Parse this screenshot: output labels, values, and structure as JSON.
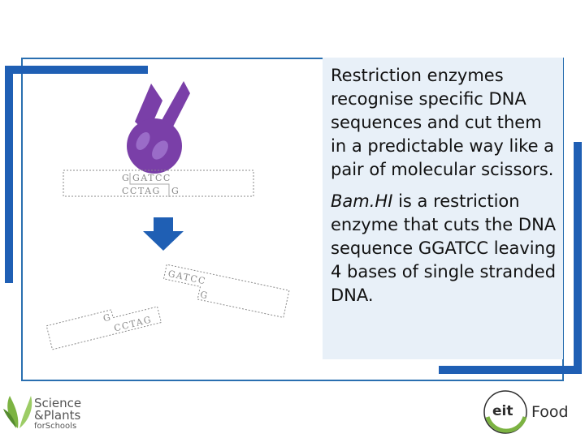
{
  "panel": {
    "paragraph1": "Restriction enzymes recognise specific DNA sequences and cut them in a predictable way like a pair of molecular scissors.",
    "paragraph2_enzyme": "Bam.HI",
    "paragraph2_rest": " is a restriction enzyme that cuts the DNA sequence GGATCC leaving 4 bases of single stranded DNA."
  },
  "dna_uncut": {
    "top_left": "G",
    "top_right": "GATCC",
    "bottom_left": "CCTAG",
    "bottom_right": "G"
  },
  "dna_cut_upper": {
    "top": "GATCC",
    "bottom": "G"
  },
  "dna_cut_lower": {
    "top": "G",
    "bottom": "CCTAG"
  },
  "logos": {
    "science_plants_line1": "Science",
    "science_plants_line2": "&Plants",
    "science_plants_line3": "forSchools",
    "eit_mark": "eit",
    "eit_word": "Food"
  },
  "colors": {
    "accent_blue": "#1f5fb4",
    "frame_blue": "#2a6fb0",
    "panel_bg": "#e8f0f8",
    "scissors_purple": "#7a3fa8",
    "leaf_green": "#7cb342"
  },
  "icons": [
    "scissors-icon",
    "down-arrow-icon",
    "sprout-logo-icon"
  ]
}
